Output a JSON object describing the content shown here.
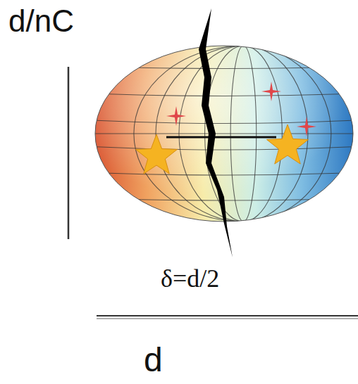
{
  "diagram": {
    "labels": [
      "d/nC",
      "δ=d/2",
      "d"
    ]
  }
}
